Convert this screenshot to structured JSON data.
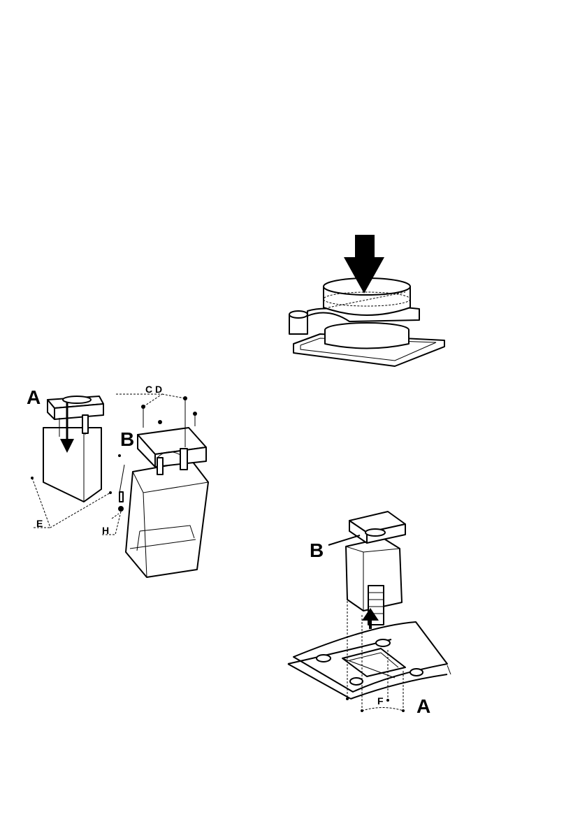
{
  "figure1": {
    "label_a": "A",
    "label_b": "B",
    "label_cd": "C D",
    "label_e": "E",
    "label_h": "H"
  },
  "figure3": {
    "label_b": "B",
    "label_a": "A",
    "label_f": "F"
  }
}
